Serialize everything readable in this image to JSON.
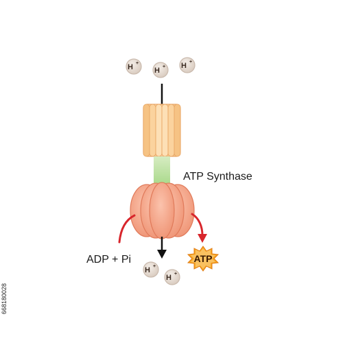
{
  "ion_symbol": "H",
  "ion_charge": "+",
  "enzyme_label": "ATP Synthase",
  "substrate_label": "ADP + Pi",
  "product_label": "ATP",
  "side_id": "668180028",
  "colors": {
    "ring_fill": "#f9d6a6",
    "ring_stroke": "#e9a867",
    "stalk_top": "#d6ecc2",
    "stalk_bottom": "#a9d98a",
    "head_fill": "#f5a98e",
    "head_stroke": "#e07a5a",
    "ion_fill": "#e6dcd3",
    "ion_stroke": "#c9b9ac",
    "arrow_red": "#d8262c",
    "arrow_black": "#111111",
    "burst_fill": "#f7a623",
    "burst_stroke": "#e07b12"
  }
}
